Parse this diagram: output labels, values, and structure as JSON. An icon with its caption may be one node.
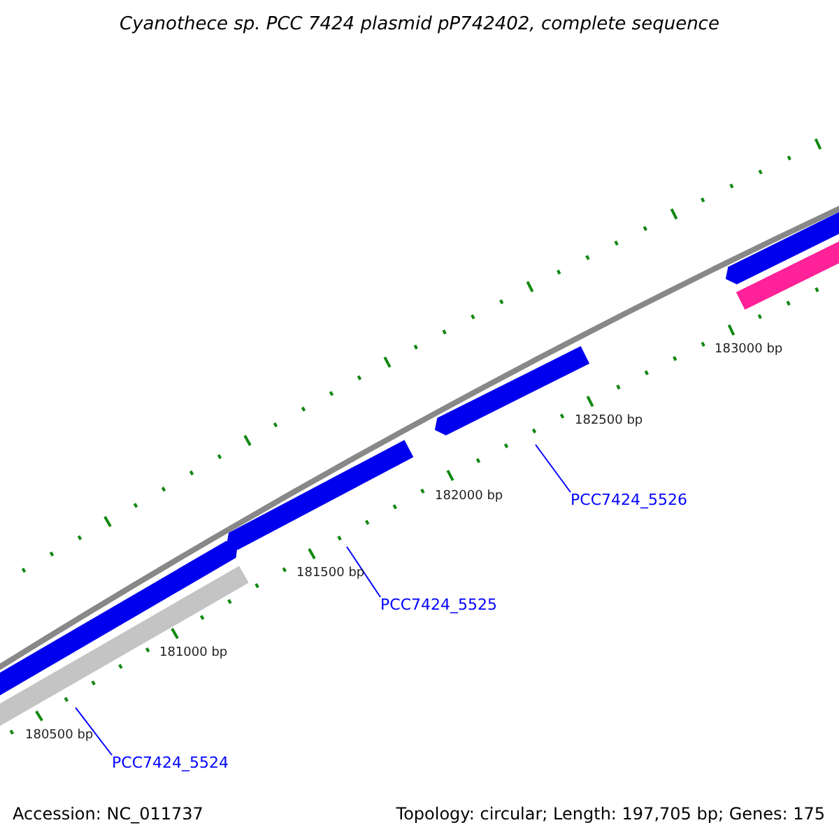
{
  "diagram": {
    "title": "Cyanothece sp. PCC 7424 plasmid pP742402, complete sequence",
    "nodes": [
      {
        "text": [],
        "shape": "bar"
      },
      {
        "text": [],
        "shape": "bar"
      },
      {
        "text": [],
        "shape": "bar"
      },
      {
        "text": [],
        "shape": "bar"
      },
      {
        "text": [],
        "shape": "bar"
      },
      {
        "text": [],
        "shape": "bar"
      },
      {
        "text": [
          "PCC7424_5524"
        ]
      },
      {
        "text": [
          "PCC7424_5525"
        ]
      },
      {
        "text": [
          "PCC7424_5526"
        ]
      }
    ],
    "edges": [
      {
        "from": 6,
        "to": 1,
        "arrow": "none"
      },
      {
        "from": 7,
        "to": 2,
        "arrow": "none"
      },
      {
        "from": 8,
        "to": 3,
        "arrow": "none"
      }
    ],
    "labels": [
      "180500 bp",
      "181000 bp",
      "181500 bp",
      "182000 bp",
      "182500 bp",
      "183000 bp",
      "Accession: NC_011737",
      "Topology: circular; Length: 197,705 bp; Genes: 175"
    ]
  }
}
